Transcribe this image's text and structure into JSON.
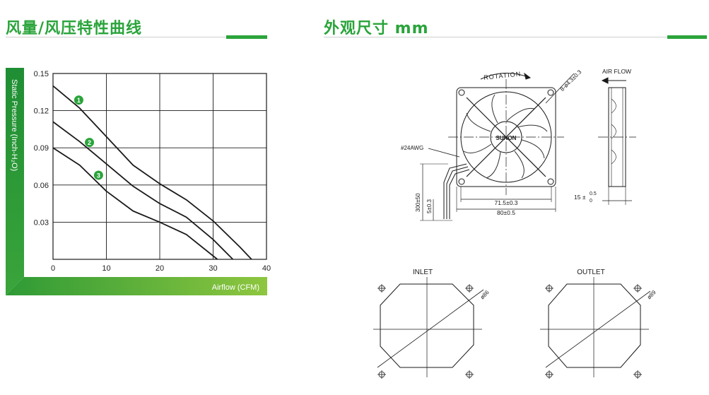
{
  "left_section": {
    "title": "风量/风压特性曲线"
  },
  "right_section": {
    "title": "外观尺寸 mm"
  },
  "chart_data": {
    "type": "line",
    "xlabel": "Airflow (CFM)",
    "ylabel": "Static Pressure (Inch-H₂O)",
    "xlim": [
      0,
      40
    ],
    "ylim": [
      0,
      0.15
    ],
    "x_ticks": [
      "0",
      "10",
      "20",
      "30",
      "40"
    ],
    "y_ticks": [
      "0.03",
      "0.06",
      "0.09",
      "0.12",
      "0.15"
    ],
    "grid": true,
    "series": [
      {
        "name": "1",
        "x": [
          0,
          5,
          10,
          15,
          20,
          25,
          30,
          35,
          37.2
        ],
        "y": [
          0.14,
          0.122,
          0.099,
          0.076,
          0.061,
          0.048,
          0.031,
          0.01,
          0.0
        ]
      },
      {
        "name": "2",
        "x": [
          0,
          5,
          10,
          15,
          20,
          25,
          30,
          33.7
        ],
        "y": [
          0.111,
          0.095,
          0.077,
          0.059,
          0.045,
          0.034,
          0.016,
          0.0
        ]
      },
      {
        "name": "3",
        "x": [
          0,
          5,
          10,
          15,
          20,
          25,
          30.8
        ],
        "y": [
          0.09,
          0.076,
          0.055,
          0.039,
          0.03,
          0.02,
          0.0
        ]
      }
    ]
  },
  "drawing": {
    "rotation_label": "ROTATION",
    "hole_label": "8-ø4.3±0.3",
    "airflow_label": "AIR FLOW",
    "brand_label": "SUNON",
    "wire_label": "#24AWG",
    "dim_lead_length": "300±50",
    "dim_strip": "5±0.3",
    "dim_hole_pitch": "71.5±0.3",
    "dim_frame": "80±0.5",
    "thickness_main": "15 ±",
    "thickness_upper": "0.5",
    "thickness_lower": "0",
    "inlet_label": "INLET",
    "outlet_label": "OUTLET",
    "inlet_diameter": "ø86",
    "outlet_diameter": "ø89"
  },
  "colors": {
    "accent": "#2aa43b",
    "axis_band": "#5ab535",
    "line": "#1a1a1a"
  }
}
